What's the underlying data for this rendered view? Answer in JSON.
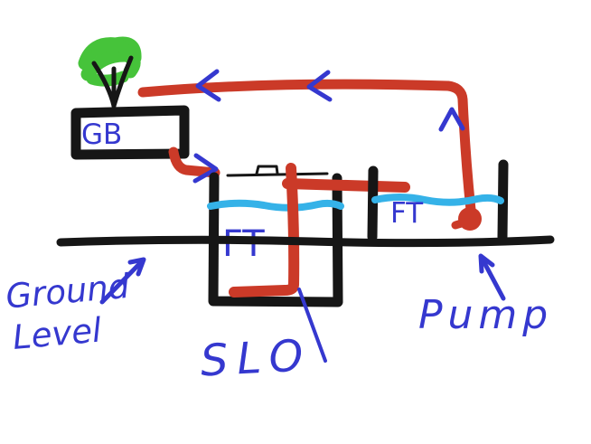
{
  "diagram": {
    "labels": {
      "gb": "GB",
      "ft_main": "FT",
      "ft_right": "FT",
      "ground_line1": "Ground",
      "ground_line2": "Level",
      "slo": "SLO",
      "pump": "Pump"
    },
    "colors": {
      "pipe_red": "#cb3a28",
      "water_blue": "#35b2e8",
      "pen_blue": "#3538cf",
      "ink_black": "#161616",
      "tree_green": "#46c33a",
      "background": "#ffffff"
    }
  }
}
